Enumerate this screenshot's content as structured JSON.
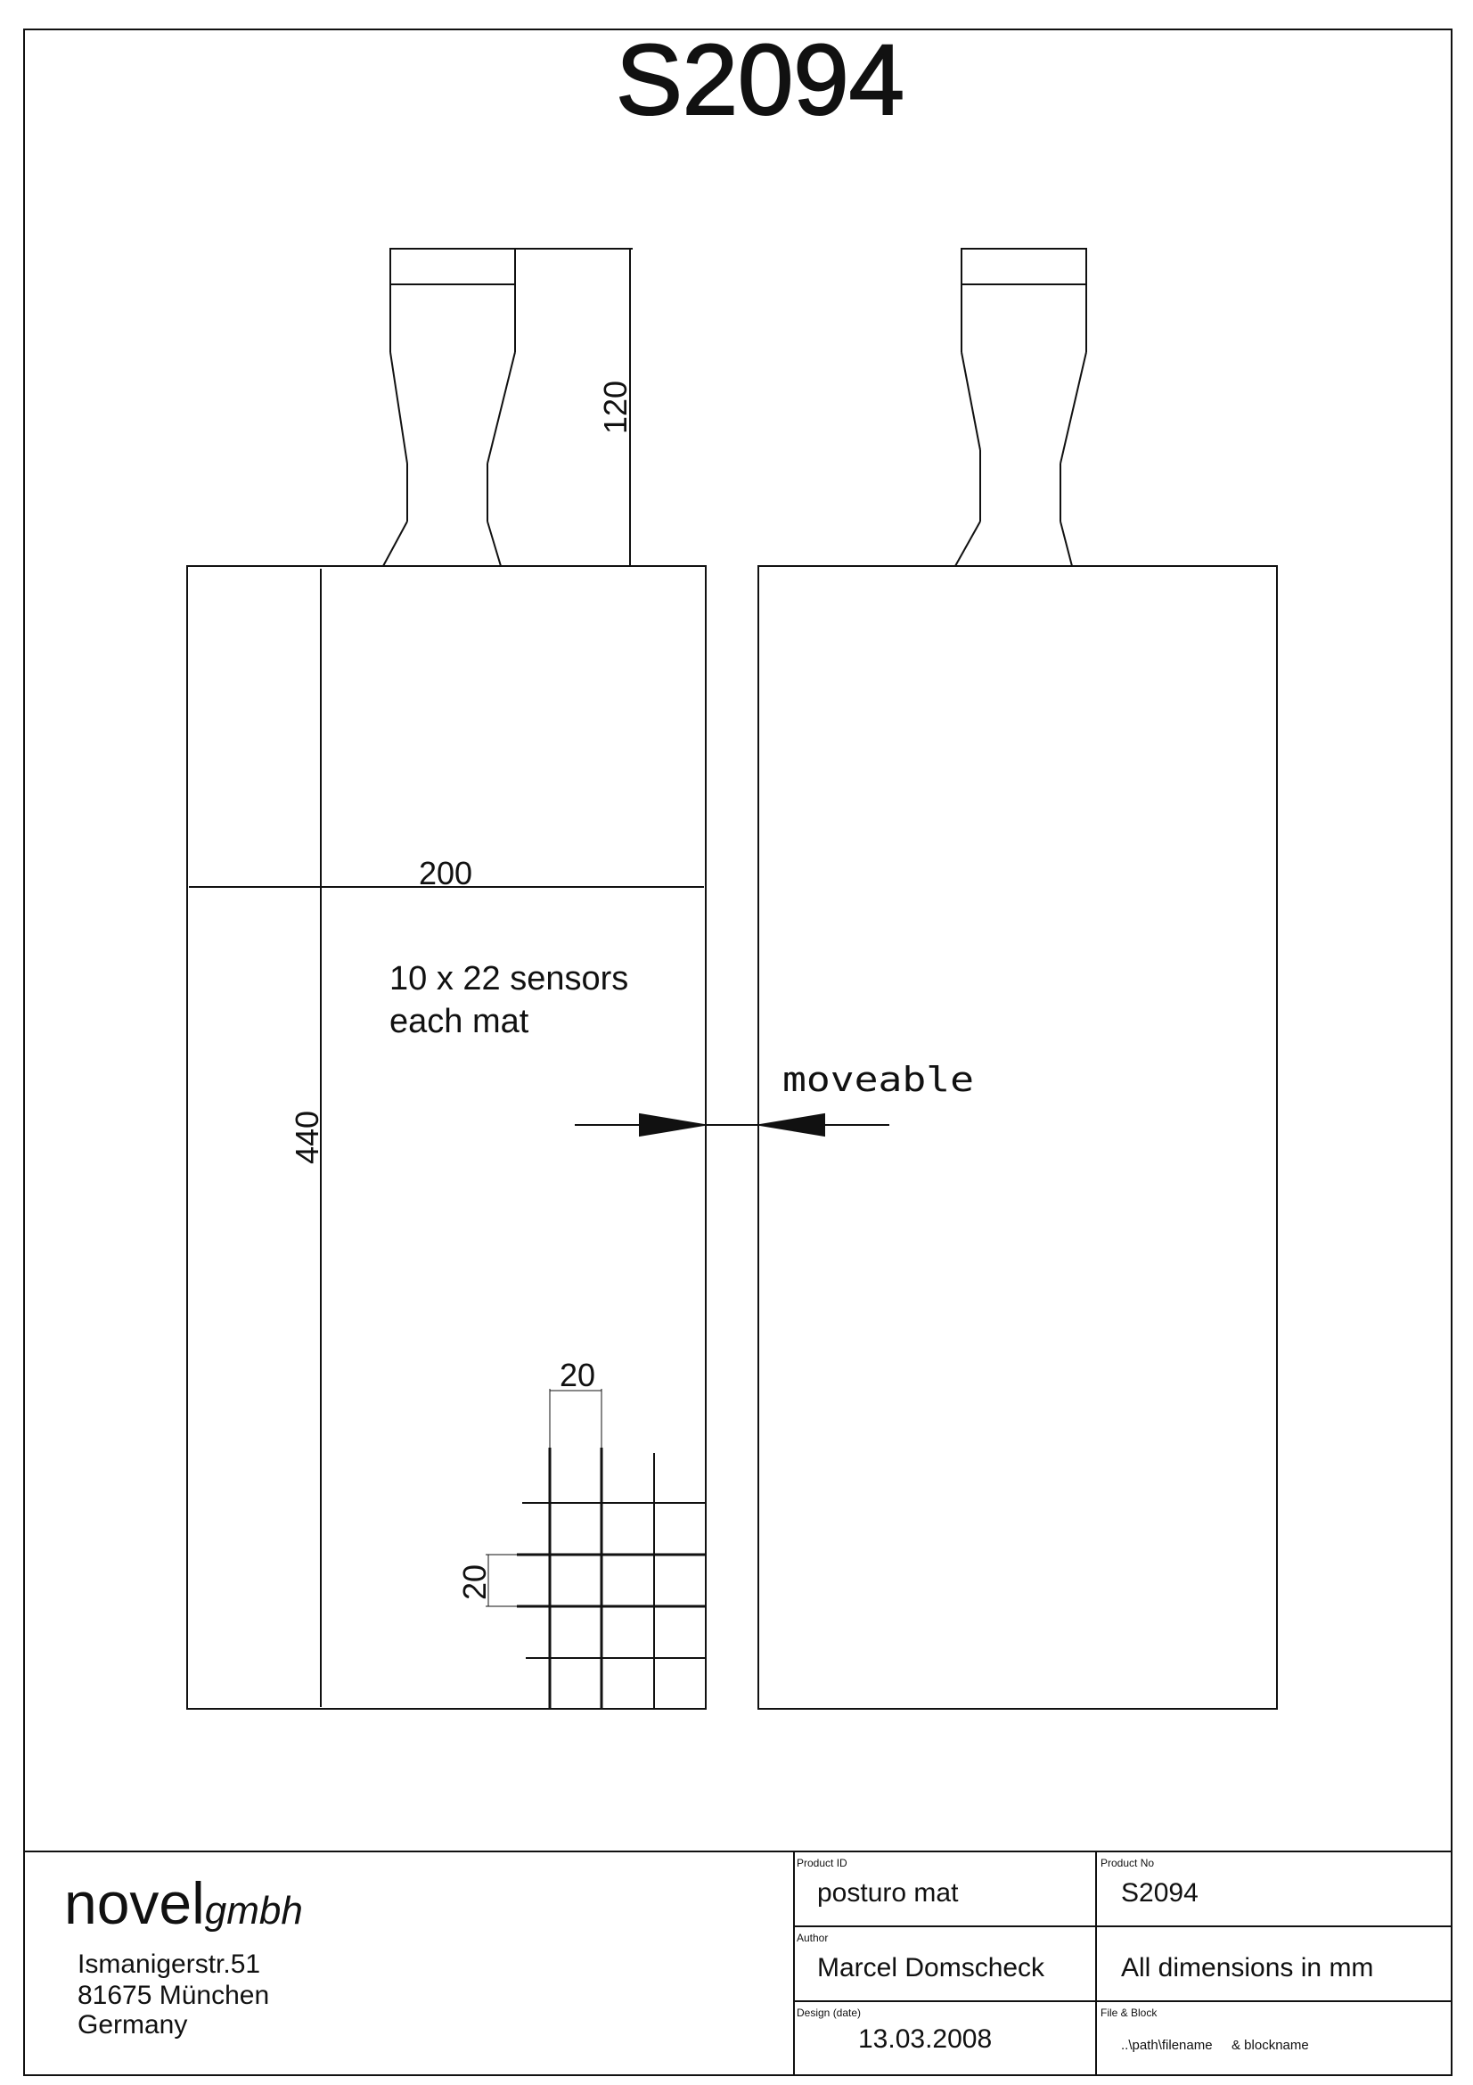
{
  "drawing": {
    "title": "S2094",
    "dimensions": {
      "handle_height": "120",
      "mat_width": "200",
      "mat_height": "440",
      "sensor_width": "20",
      "sensor_height": "20"
    },
    "note_line1": "10 x 22 sensors",
    "note_line2": "each mat",
    "moveable_label": "moveable"
  },
  "title_block": {
    "company_name": "novel",
    "company_suffix": "gmbh",
    "address_line1": "Ismanigerstr.51",
    "address_line2": "81675 München",
    "address_line3": "Germany",
    "product_id_label": "Product ID",
    "product_id_value": "posturo mat",
    "product_no_label": "Product No",
    "product_no_value": "S2094",
    "author_label": "Author",
    "author_value": "Marcel Domscheck",
    "dimensions_note": "All dimensions in mm",
    "design_date_label": "Design (date)",
    "design_date_value": "13.03.2008",
    "file_block_label": "File & Block",
    "file_path": "..\\path\\filename",
    "block_name": "& blockname"
  }
}
